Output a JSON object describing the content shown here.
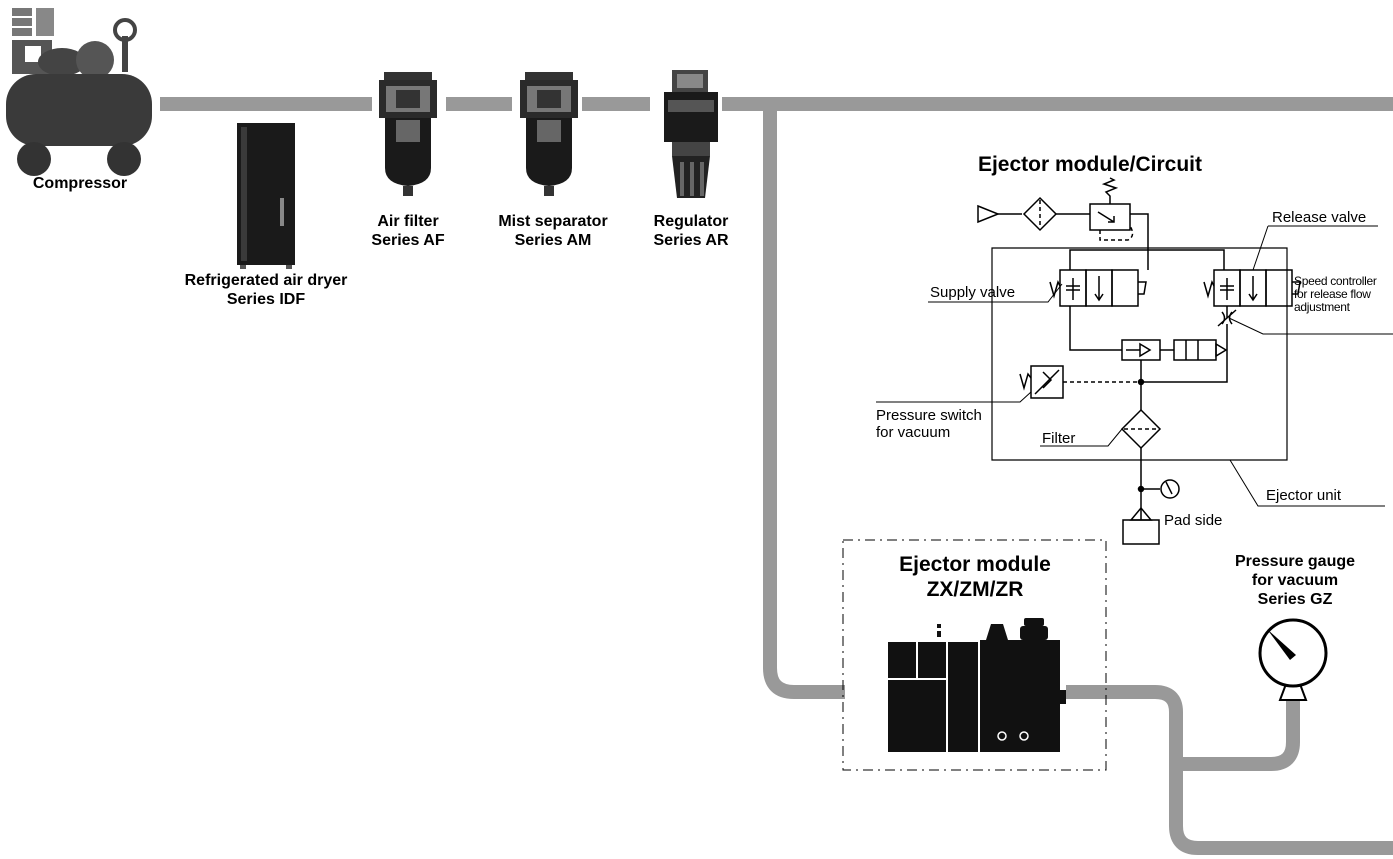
{
  "diagram": {
    "components": [
      {
        "id": "compressor",
        "lines": [
          "Compressor"
        ]
      },
      {
        "id": "dryer",
        "lines": [
          "Refrigerated air dryer",
          "Series IDF"
        ]
      },
      {
        "id": "air-filter",
        "lines": [
          "Air filter",
          "Series AF"
        ]
      },
      {
        "id": "mist-separator",
        "lines": [
          "Mist separator",
          "Series AM"
        ]
      },
      {
        "id": "regulator",
        "lines": [
          "Regulator",
          "Series AR"
        ]
      },
      {
        "id": "ejector-module",
        "lines": [
          "Ejector module",
          "ZX/ZM/ZR"
        ]
      },
      {
        "id": "pressure-gauge",
        "lines": [
          "Pressure gauge",
          "for vacuum",
          "Series GZ"
        ]
      }
    ],
    "circuit": {
      "title": "Ejector module/Circuit",
      "labels": {
        "release_valve": "Release valve",
        "speed_controller": [
          "Speed controller",
          "for release flow",
          "adjustment"
        ],
        "supply_valve": "Supply valve",
        "pressure_switch": [
          "Pressure switch",
          "for vacuum"
        ],
        "filter": "Filter",
        "ejector_unit": "Ejector unit",
        "pad_side": "Pad side"
      }
    },
    "colors": {
      "pipe": "#999999",
      "device": "#111111",
      "device_light": "#d8d8d8",
      "line": "#000000"
    }
  }
}
